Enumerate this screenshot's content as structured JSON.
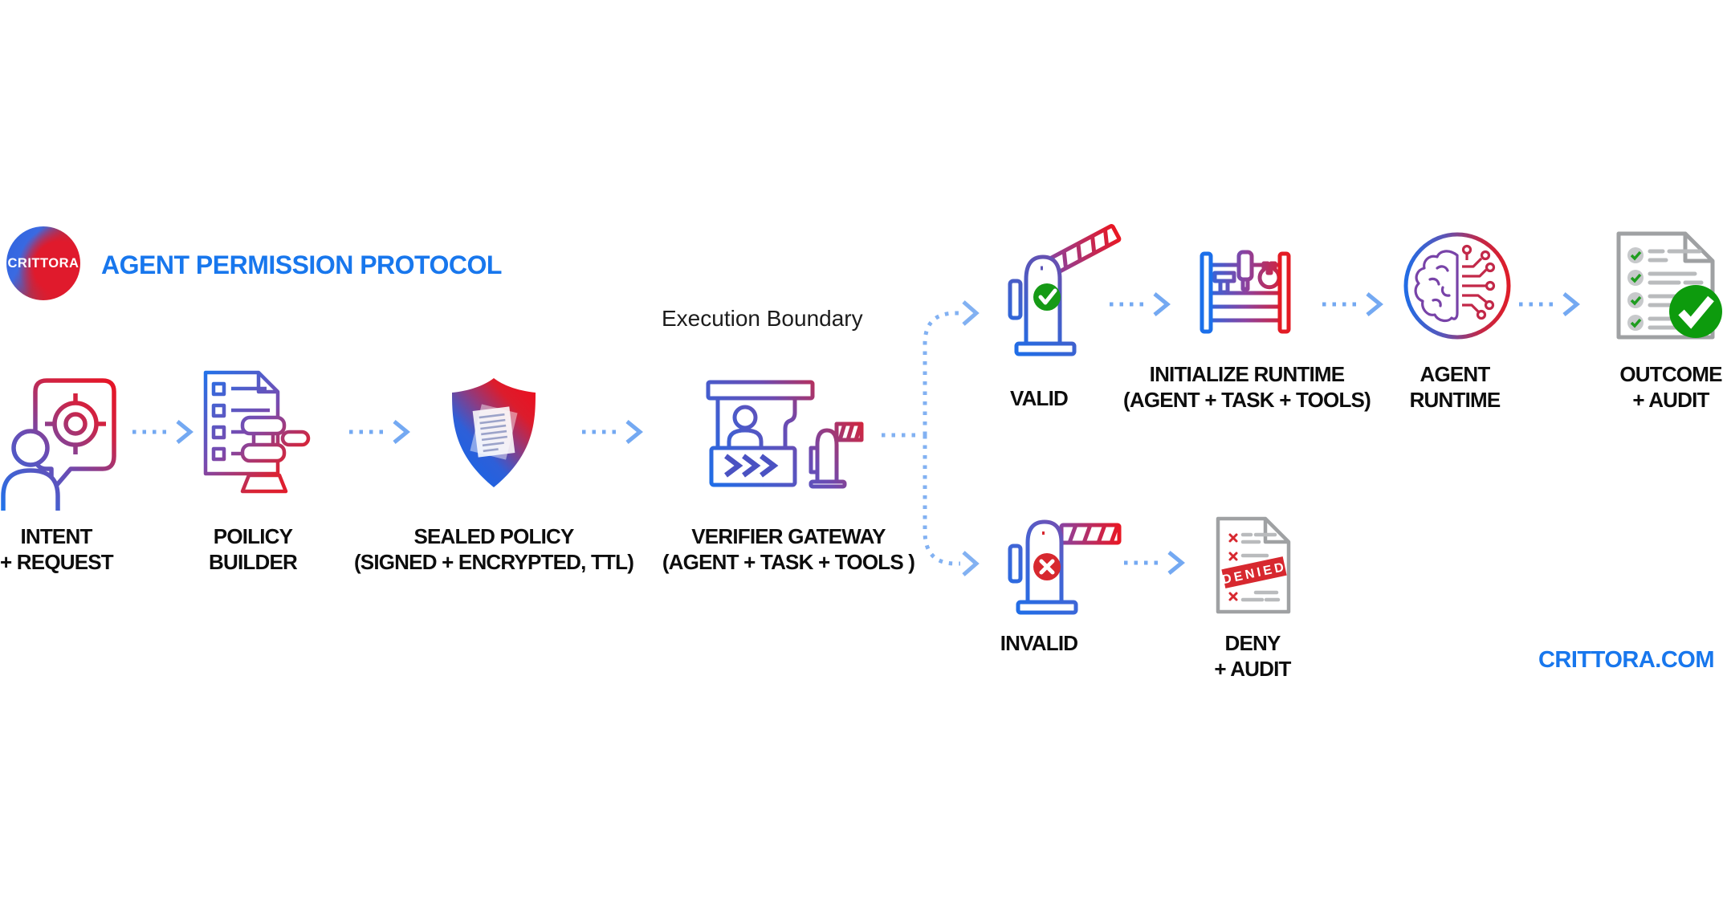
{
  "header": {
    "logo_text": "CRITTORA",
    "title": "AGENT PERMISSION PROTOCOL"
  },
  "boundary": {
    "label": "Execution Boundary"
  },
  "nodes": {
    "intent": {
      "line1": "INTENT",
      "line2": "+ REQUEST"
    },
    "policy_builder": {
      "line1": "POILICY",
      "line2": "BUILDER"
    },
    "sealed_policy": {
      "line1": "SEALED POLICY",
      "line2": "(SIGNED + ENCRYPTED, TTL)"
    },
    "verifier_gateway": {
      "line1": "VERIFIER GATEWAY",
      "line2": "(AGENT + TASK + TOOLS )"
    },
    "valid": {
      "line1": "VALID"
    },
    "initialize_runtime": {
      "line1": "INITIALIZE RUNTIME",
      "line2": "(AGENT + TASK + TOOLS)"
    },
    "agent_runtime": {
      "line1": "AGENT",
      "line2": "RUNTIME"
    },
    "outcome_audit": {
      "line1": "OUTCOME",
      "line2": "+ AUDIT"
    },
    "invalid": {
      "line1": "INVALID"
    },
    "deny_audit": {
      "line1": "DENY",
      "line2": "+ AUDIT",
      "stamp": "DENIED"
    }
  },
  "footer": {
    "website": "CRITTORA.COM"
  },
  "colors": {
    "title_blue": "#1877ED",
    "arrow_blue": "#74A9F2",
    "gradient_blue": "#1B6FEA",
    "gradient_purple": "#7A4AAE",
    "gradient_red": "#E31B24",
    "valid_green": "#169A16",
    "outcome_green": "#0D9B0D",
    "invalid_red": "#D7282F",
    "denied_stamp_red": "#D7282F",
    "document_gray": "#9FA1A3",
    "label_black": "#0D0D0D"
  }
}
